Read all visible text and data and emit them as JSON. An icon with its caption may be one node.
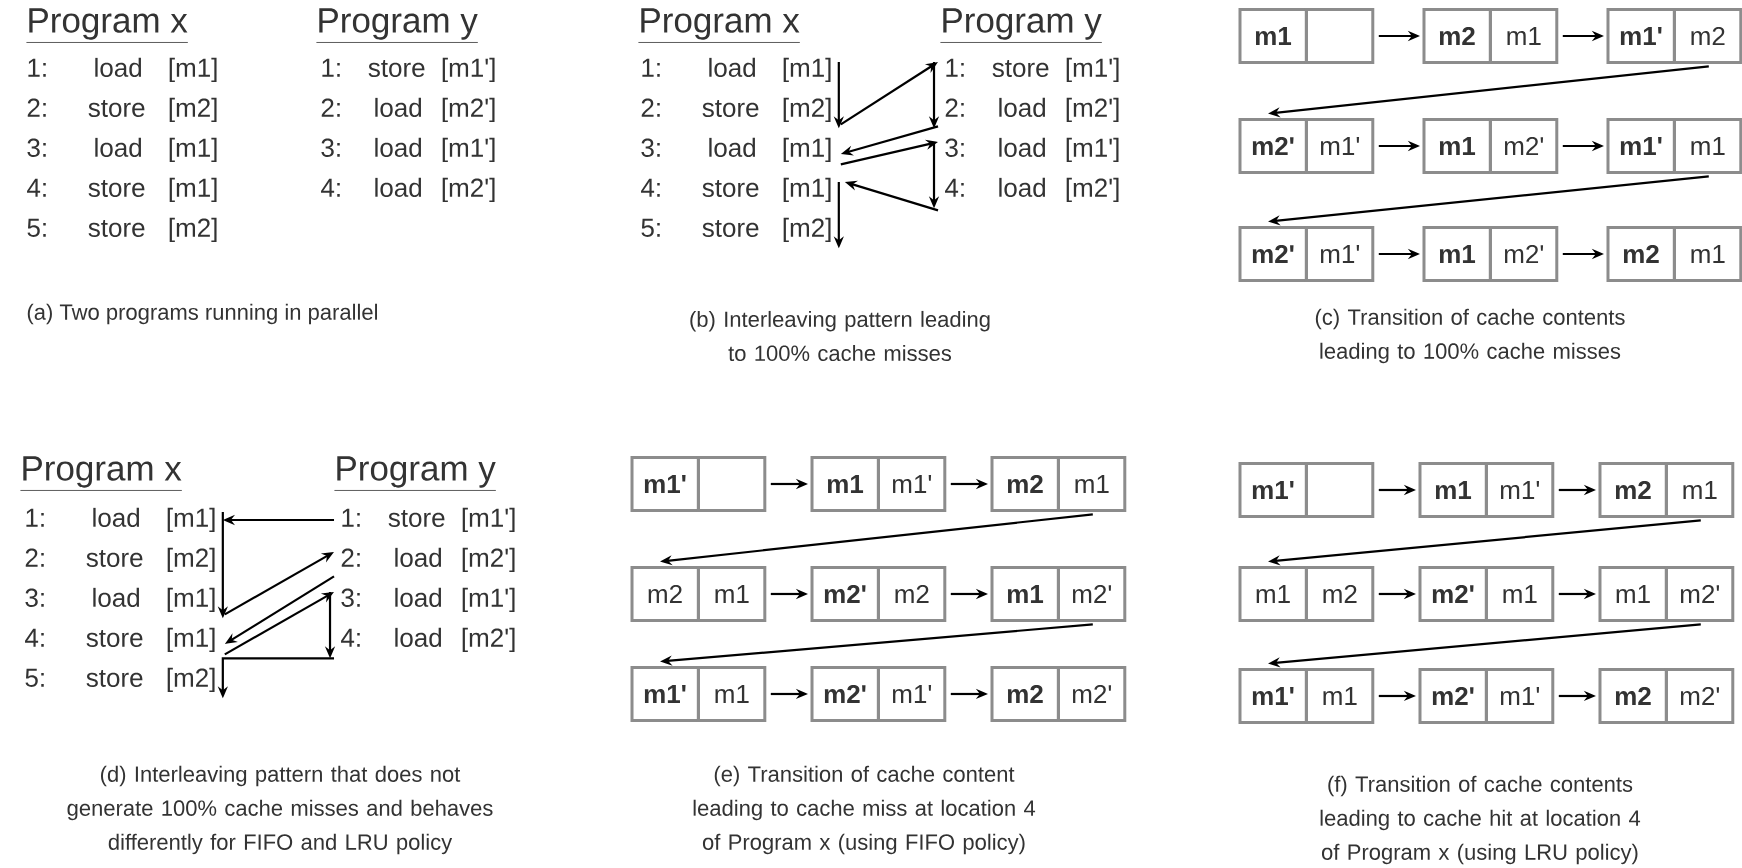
{
  "diagram": {
    "nodes": [
      {
        "text": [
          "1: load [m1]"
        ]
      },
      {
        "text": [
          "2: store [m2]"
        ]
      },
      {
        "text": [
          "3: load [m1]"
        ]
      },
      {
        "text": [
          "4: store [m1]"
        ]
      },
      {
        "text": [
          "5: store [m2]"
        ]
      },
      {
        "text": [
          "1: store [m1']"
        ]
      },
      {
        "text": [
          "2: load [m2']"
        ]
      },
      {
        "text": [
          "3: load [m1']"
        ]
      },
      {
        "text": [
          "4: load [m2']"
        ]
      },
      {
        "text": [
          "**m1**"
        ]
      },
      {
        "text": [
          "**m2**",
          "m1"
        ]
      },
      {
        "text": [
          "**m1'**",
          "m2"
        ]
      },
      {
        "text": [
          "**m2'**",
          "m1'"
        ]
      },
      {
        "text": [
          "**m1**",
          "m2'"
        ]
      },
      {
        "text": [
          "**m1'**",
          "m1"
        ]
      },
      {
        "text": [
          "**m2'**",
          "m1'"
        ]
      },
      {
        "text": [
          "**m1**",
          "m2'"
        ]
      },
      {
        "text": [
          "**m2**",
          "m1"
        ]
      },
      {
        "text": [
          "1: load [m1]"
        ]
      },
      {
        "text": [
          "2: store [m2]"
        ]
      },
      {
        "text": [
          "3: load [m1]"
        ]
      },
      {
        "text": [
          "4: store [m1]"
        ]
      },
      {
        "text": [
          "5: store [m2]"
        ]
      },
      {
        "text": [
          "1: store [m1']"
        ]
      },
      {
        "text": [
          "2: load [m2']"
        ]
      },
      {
        "text": [
          "3: load [m1']"
        ]
      },
      {
        "text": [
          "4: load [m2']"
        ]
      },
      {
        "text": [
          "**m1'**"
        ]
      },
      {
        "text": [
          "**m1**",
          "m1'"
        ]
      },
      {
        "text": [
          "**m2**",
          "m1"
        ]
      },
      {
        "text": [
          "m2",
          "m1"
        ]
      },
      {
        "text": [
          "**m2'**",
          "m2"
        ]
      },
      {
        "text": [
          "**m1**",
          "m2'"
        ]
      },
      {
        "text": [
          "**m1'**",
          "m1"
        ]
      },
      {
        "text": [
          "**m2'**",
          "m1'"
        ]
      },
      {
        "text": [
          "**m2**",
          "m2'"
        ]
      },
      {
        "text": [
          "**m1'**"
        ]
      },
      {
        "text": [
          "**m1**",
          "m1'"
        ]
      },
      {
        "text": [
          "**m2**",
          "m1"
        ]
      },
      {
        "text": [
          "m1",
          "m2"
        ]
      },
      {
        "text": [
          "**m2'**",
          "m1"
        ]
      },
      {
        "text": [
          "m1",
          "m2'"
        ]
      },
      {
        "text": [
          "**m1'**",
          "m1"
        ]
      },
      {
        "text": [
          "**m2'**",
          "m1'"
        ]
      },
      {
        "text": [
          "**m2**",
          "m2'"
        ]
      }
    ],
    "edges": [
      {
        "from": 0,
        "to": 1,
        "arrow": "to"
      },
      {
        "from": 1,
        "to": 5,
        "arrow": "to"
      },
      {
        "from": 5,
        "to": 6,
        "arrow": "to"
      },
      {
        "from": 6,
        "to": 2,
        "arrow": "to"
      },
      {
        "from": 2,
        "to": 7,
        "arrow": "to"
      },
      {
        "from": 7,
        "to": 8,
        "arrow": "to"
      },
      {
        "from": 8,
        "to": 3,
        "arrow": "to"
      },
      {
        "from": 3,
        "to": 4,
        "arrow": "to"
      },
      {
        "from": 9,
        "to": 10,
        "arrow": "to"
      },
      {
        "from": 10,
        "to": 11,
        "arrow": "to"
      },
      {
        "from": 11,
        "to": 12,
        "arrow": "to"
      },
      {
        "from": 12,
        "to": 13,
        "arrow": "to"
      },
      {
        "from": 13,
        "to": 14,
        "arrow": "to"
      },
      {
        "from": 14,
        "to": 15,
        "arrow": "to"
      },
      {
        "from": 15,
        "to": 16,
        "arrow": "to"
      },
      {
        "from": 16,
        "to": 17,
        "arrow": "to"
      },
      {
        "from": 23,
        "to": 18,
        "arrow": "to"
      },
      {
        "from": 18,
        "to": 20,
        "arrow": "to"
      },
      {
        "from": 20,
        "to": 24,
        "arrow": "to"
      },
      {
        "from": 24,
        "to": 21,
        "arrow": "to"
      },
      {
        "from": 21,
        "to": 25,
        "arrow": "to"
      },
      {
        "from": 25,
        "to": 26,
        "arrow": "to"
      },
      {
        "from": 26,
        "to": 22,
        "arrow": "to"
      },
      {
        "from": 27,
        "to": 28,
        "arrow": "to"
      },
      {
        "from": 28,
        "to": 29,
        "arrow": "to"
      },
      {
        "from": 29,
        "to": 30,
        "arrow": "to"
      },
      {
        "from": 30,
        "to": 31,
        "arrow": "to"
      },
      {
        "from": 31,
        "to": 32,
        "arrow": "to"
      },
      {
        "from": 32,
        "to": 33,
        "arrow": "to"
      },
      {
        "from": 33,
        "to": 34,
        "arrow": "to"
      },
      {
        "from": 34,
        "to": 35,
        "arrow": "to"
      },
      {
        "from": 36,
        "to": 37,
        "arrow": "to"
      },
      {
        "from": 37,
        "to": 38,
        "arrow": "to"
      },
      {
        "from": 38,
        "to": 39,
        "arrow": "to"
      },
      {
        "from": 39,
        "to": 40,
        "arrow": "to"
      },
      {
        "from": 40,
        "to": 41,
        "arrow": "to"
      },
      {
        "from": 41,
        "to": 42,
        "arrow": "to"
      },
      {
        "from": 42,
        "to": 43,
        "arrow": "to"
      },
      {
        "from": 43,
        "to": 44,
        "arrow": "to"
      }
    ],
    "labels": [
      "Program x",
      "1: load [m1]",
      "2: store [m2]",
      "3: load [m1]",
      "4: store [m1]",
      "5: store [m2]",
      "Program y",
      "1: store [m1']",
      "2: load [m2']",
      "3: load [m1']",
      "4: load [m2']",
      "(a) Two programs running in parallel",
      "Program x",
      "Program y",
      "(b) Interleaving pattern leading to 100% cache misses",
      "(c) Transition of cache contents leading to 100% cache misses",
      "Program x",
      "Program y",
      "(d) Interleaving pattern that does not generate 100% cache misses and behaves differently for FIFO and LRU policy",
      "(e) Transition of cache content leading to cache miss at location 4 of Program x (using FIFO policy)",
      "(f) Transition of cache contents leading to cache hit at location 4 of Program x (using LRU policy)"
    ]
  }
}
